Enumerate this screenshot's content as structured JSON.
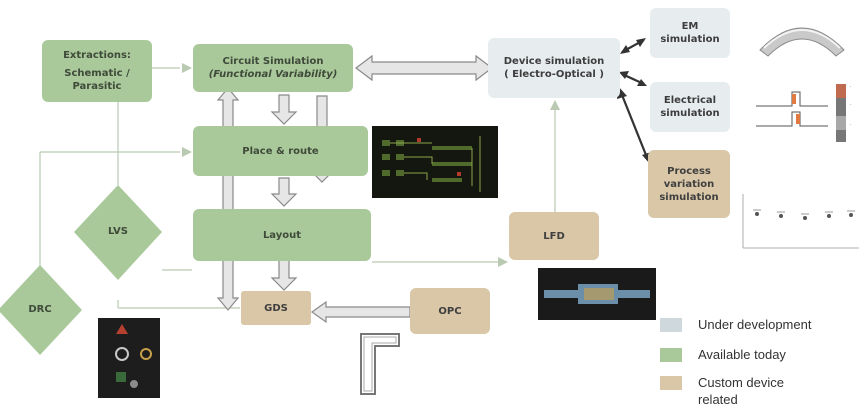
{
  "boxes": {
    "extractions_line1": "Extractions:",
    "extractions_line2": "Schematic /",
    "extractions_line3": "Parasitic",
    "circuit_sim_line1": "Circuit Simulation",
    "circuit_sim_line2": "(Functional Variability)",
    "place_route": "Place & route",
    "layout": "Layout",
    "gds": "GDS",
    "opc": "OPC",
    "lfd": "LFD",
    "device_sim_line1": "Device simulation",
    "device_sim_line2": "( Electro-Optical )",
    "em_sim_line1": "EM",
    "em_sim_line2": "simulation",
    "electrical_sim_line1": "Electrical",
    "electrical_sim_line2": "simulation",
    "process_var_line1": "Process",
    "process_var_line2": "variation",
    "process_var_line3": "simulation"
  },
  "diamonds": {
    "lvs": "LVS",
    "drc": "DRC"
  },
  "legend": [
    {
      "label": "Under development",
      "color": "#cfd8dd"
    },
    {
      "label": "Available today",
      "color": "#a9c99a"
    },
    {
      "label": "Custom device related",
      "color": "#d9c7a7"
    }
  ],
  "colors": {
    "available": "#a9c99a",
    "under_development": "#e7ecef",
    "custom": "#d9c7a7",
    "arrow_fill": "#e8e8e8",
    "line": "#b7c7b0"
  }
}
